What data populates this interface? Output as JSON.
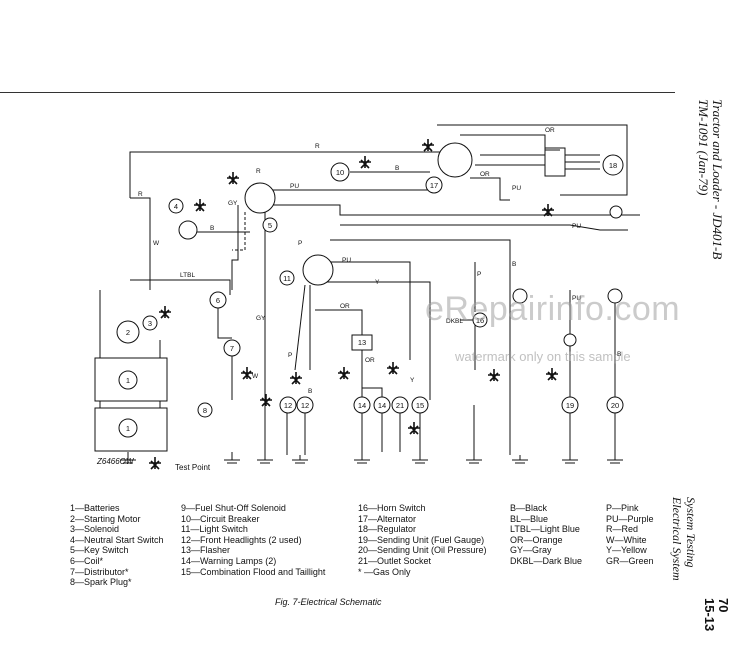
{
  "side_title": {
    "line1": "Tractor and Loader - JD401-B",
    "line2": "TM-1091 (Jan-79)"
  },
  "side_section": {
    "line1": "System Testing",
    "line2": "Electrical System"
  },
  "page_number": {
    "line1": "70",
    "line2": "15-13"
  },
  "watermark": {
    "main": "eRepairinfo.com",
    "sub": "watermark only on this sample"
  },
  "figure_code": "Z6466OW",
  "test_point_label": "Test Point",
  "caption": "Fig. 7-Electrical Schematic",
  "wire_labels": {
    "r": "R",
    "b": "B",
    "or": "OR",
    "pu": "PU",
    "gy": "GY",
    "w": "W",
    "ltbl": "LTBL",
    "p": "P",
    "y": "Y",
    "dkbl": "DKBL"
  },
  "component_numbers": {
    "c1": "1",
    "c2": "2",
    "c3": "3",
    "c4": "4",
    "c5": "5",
    "c6": "6",
    "c7": "7",
    "c8": "8",
    "c10": "10",
    "c11": "11",
    "c12": "12",
    "c13": "13",
    "c14": "14",
    "c15": "15",
    "c16": "16",
    "c17": "17",
    "c18": "18",
    "c19": "19",
    "c20": "20",
    "c21": "21"
  },
  "legend_components_1": [
    "1—Batteries",
    "2—Starting Motor",
    "3—Solenoid",
    "4—Neutral Start Switch",
    "5—Key Switch",
    "6—Coil*",
    "7—Distributor*",
    "8—Spark Plug*"
  ],
  "legend_components_2": [
    "9—Fuel Shut-Off Solenoid",
    "10—Circuit Breaker",
    "11—Light Switch",
    "12—Front Headlights (2 used)",
    "13—Flasher",
    "14—Warning Lamps (2)",
    "15—Combination Flood and Taillight"
  ],
  "legend_components_3": [
    "16—Horn Switch",
    "17—Alternator",
    "18—Regulator",
    "19—Sending Unit (Fuel Gauge)",
    "20—Sending Unit (Oil Pressure)",
    "21—Outlet Socket",
    "* —Gas Only"
  ],
  "legend_colors_1": [
    "B—Black",
    "BL—Blue",
    "LTBL—Light Blue",
    "OR—Orange",
    "GY—Gray",
    "DKBL—Dark Blue"
  ],
  "legend_colors_2": [
    "P—Pink",
    "PU—Purple",
    "R—Red",
    "W—White",
    "Y—Yellow",
    "GR—Green"
  ]
}
